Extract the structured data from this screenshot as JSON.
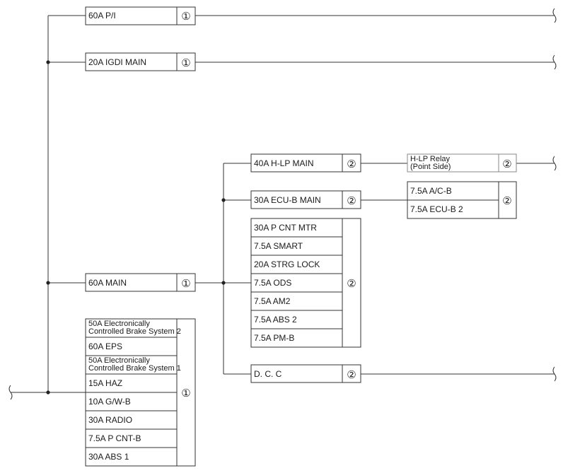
{
  "fuses": {
    "pi": "60A P/I",
    "igdi": "20A IGDI MAIN",
    "main": "60A MAIN",
    "hlp_main": "40A H-LP MAIN",
    "ecub_main": "30A ECU-B MAIN",
    "dcc": "D. C. C"
  },
  "hlp_relay": {
    "line1": "H-LP Relay",
    "line2": "(Point Side)"
  },
  "ecub_sub": [
    "7.5A A/C-B",
    "7.5A ECU-B 2"
  ],
  "group2": [
    "30A P CNT MTR",
    "7.5A SMART",
    "20A STRG LOCK",
    "7.5A ODS",
    "7.5A AM2",
    "7.5A ABS 2",
    "7.5A PM-B"
  ],
  "group1": {
    "ecb2_line1": "50A Electronically",
    "ecb2_line2": "Controlled Brake System 2",
    "eps": "60A EPS",
    "ecb1_line1": "50A Electronically",
    "ecb1_line2": "Controlled Brake System 1",
    "haz": "15A HAZ",
    "gwb": "10A G/W-B",
    "radio": "30A RADIO",
    "pcntb": "7.5A P CNT-B",
    "abs1": "30A ABS 1"
  },
  "block_marks": {
    "one": "①",
    "two": "②"
  },
  "colors": {
    "line": "#333333",
    "relay_border": "#888888"
  }
}
